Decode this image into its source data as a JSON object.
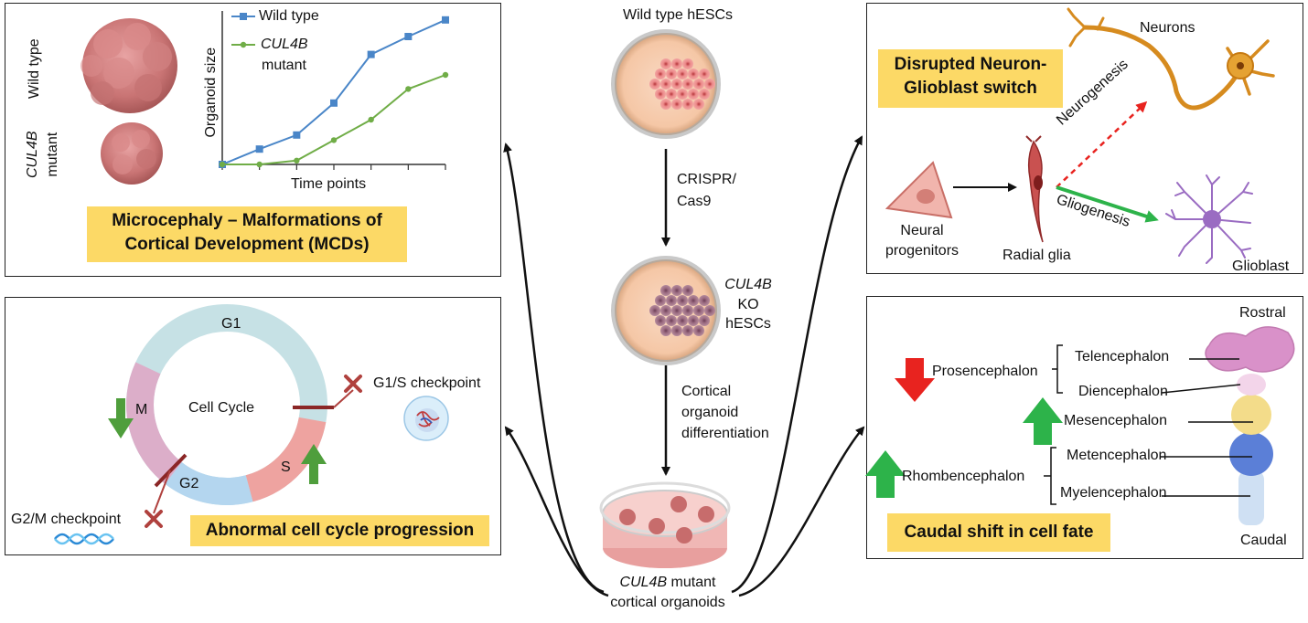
{
  "center": {
    "wt_label": "Wild type hESCs",
    "crispr_line1": "CRISPR/",
    "crispr_line2": "Cas9",
    "ko_line1": "CUL4B",
    "ko_line2": "KO",
    "ko_line3": "hESCs",
    "diff_line1": "Cortical",
    "diff_line2": "organoid",
    "diff_line3": "differentiation",
    "mutant_line1_italic": "CUL4B",
    "mutant_line1_rest": " mutant",
    "mutant_line2": "cortical organoids"
  },
  "microcephaly": {
    "wt_side_label": "Wild type",
    "mut_side_label_italic": "CUL4B",
    "mut_side_label_rest": "mutant",
    "title_line1": "Microcephaly – Malformations of",
    "title_line2": "Cortical Development (MCDs)"
  },
  "chart_data": {
    "type": "line",
    "xlabel": "Time points",
    "ylabel": "Organoid size",
    "x": [
      0,
      1,
      2,
      3,
      4,
      5,
      6
    ],
    "series": [
      {
        "name": "Wild type",
        "color": "#4a86c8",
        "marker": "square",
        "values": [
          0,
          1.2,
          2.3,
          4.8,
          8.6,
          10.0,
          11.3
        ]
      },
      {
        "name": "CUL4B mutant",
        "name_italic": "CUL4B",
        "name_rest": "mutant",
        "color": "#70ad47",
        "marker": "circle",
        "values": [
          0,
          0,
          0.3,
          1.9,
          3.5,
          5.9,
          7.0
        ]
      }
    ],
    "ylim": [
      0,
      12
    ],
    "xticks": 8,
    "grid": false,
    "legend": "top-left"
  },
  "cellcycle": {
    "g1": "G1",
    "s": "S",
    "g2": "G2",
    "m": "M",
    "center_label": "Cell Cycle",
    "g1s_checkpoint": "G1/S checkpoint",
    "g2m_checkpoint": "G2/M checkpoint",
    "title": "Abnormal cell cycle progression"
  },
  "neuron_switch": {
    "title_line1": "Disrupted Neuron-",
    "title_line2": "Glioblast switch",
    "neurons": "Neurons",
    "neurogenesis": "Neurogenesis",
    "gliogenesis": "Gliogenesis",
    "neural_line1": "Neural",
    "neural_line2": "progenitors",
    "radial_glia": "Radial glia",
    "glioblast": "Glioblast"
  },
  "caudal": {
    "rostral": "Rostral",
    "caudal": "Caudal",
    "prosencephalon": "Prosencephalon",
    "rhombencephalon": "Rhombencephalon",
    "telencephalon": "Telencephalon",
    "diencephalon": "Diencephalon",
    "mesencephalon": "Mesencephalon",
    "metencephalon": "Metencephalon",
    "myelencephalon": "Myelencephalon",
    "title": "Caudal shift in cell fate"
  },
  "colors": {
    "wt_line": "#4a86c8",
    "mut_line": "#70ad47",
    "label_bg": "#fcd966",
    "up_arrow": "#2db34a",
    "down_arrow": "#e8231f",
    "x_mark": "#b0413e"
  }
}
